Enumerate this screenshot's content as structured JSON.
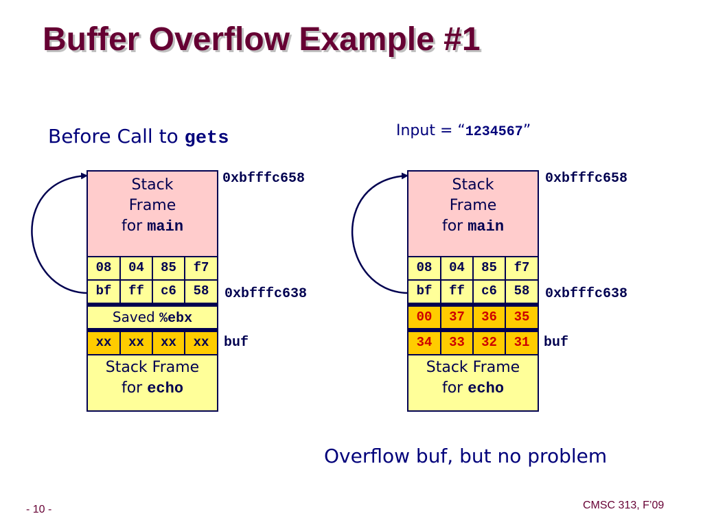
{
  "title": "Buffer Overflow Example #1",
  "left": {
    "heading_text": "Before Call to ",
    "heading_code": "gets",
    "main_frame": [
      "Stack",
      "Frame",
      "for "
    ],
    "main_code": "main",
    "row_ret": [
      "08",
      "04",
      "85",
      "f7"
    ],
    "row_ebp": [
      "bf",
      "ff",
      "c6",
      "58"
    ],
    "saved_text": "Saved ",
    "saved_code": "%ebx",
    "row_buf": [
      "xx",
      "xx",
      "xx",
      "xx"
    ],
    "echo_frame": [
      "Stack Frame",
      "for "
    ],
    "echo_code": "echo",
    "addr_top": "0xbfffc658",
    "addr_ebp": "0xbfffc638",
    "addr_buf": "buf"
  },
  "right": {
    "heading_text": "Input = “",
    "heading_code": "1234567",
    "heading_close": "”",
    "main_frame": [
      "Stack",
      "Frame",
      "for "
    ],
    "main_code": "main",
    "row_ret": [
      "08",
      "04",
      "85",
      "f7"
    ],
    "row_ebp": [
      "bf",
      "ff",
      "c6",
      "58"
    ],
    "row_saved": [
      "00",
      "37",
      "36",
      "35"
    ],
    "row_buf": [
      "34",
      "33",
      "32",
      "31"
    ],
    "echo_frame": [
      "Stack Frame",
      "for "
    ],
    "echo_code": "echo",
    "addr_top": "0xbfffc658",
    "addr_ebp": "0xbfffc638",
    "addr_buf": "buf"
  },
  "caption": "Overflow buf, but no problem",
  "page_number": "- 10 -",
  "course": "CMSC 313, F’09",
  "colors": {
    "title": "#660033",
    "text": "#00007a",
    "frame_main": "#ffcccc",
    "frame_cell": "#ffff99",
    "highlight": "#ffcc00",
    "overwritten_text": "#cc0000"
  }
}
